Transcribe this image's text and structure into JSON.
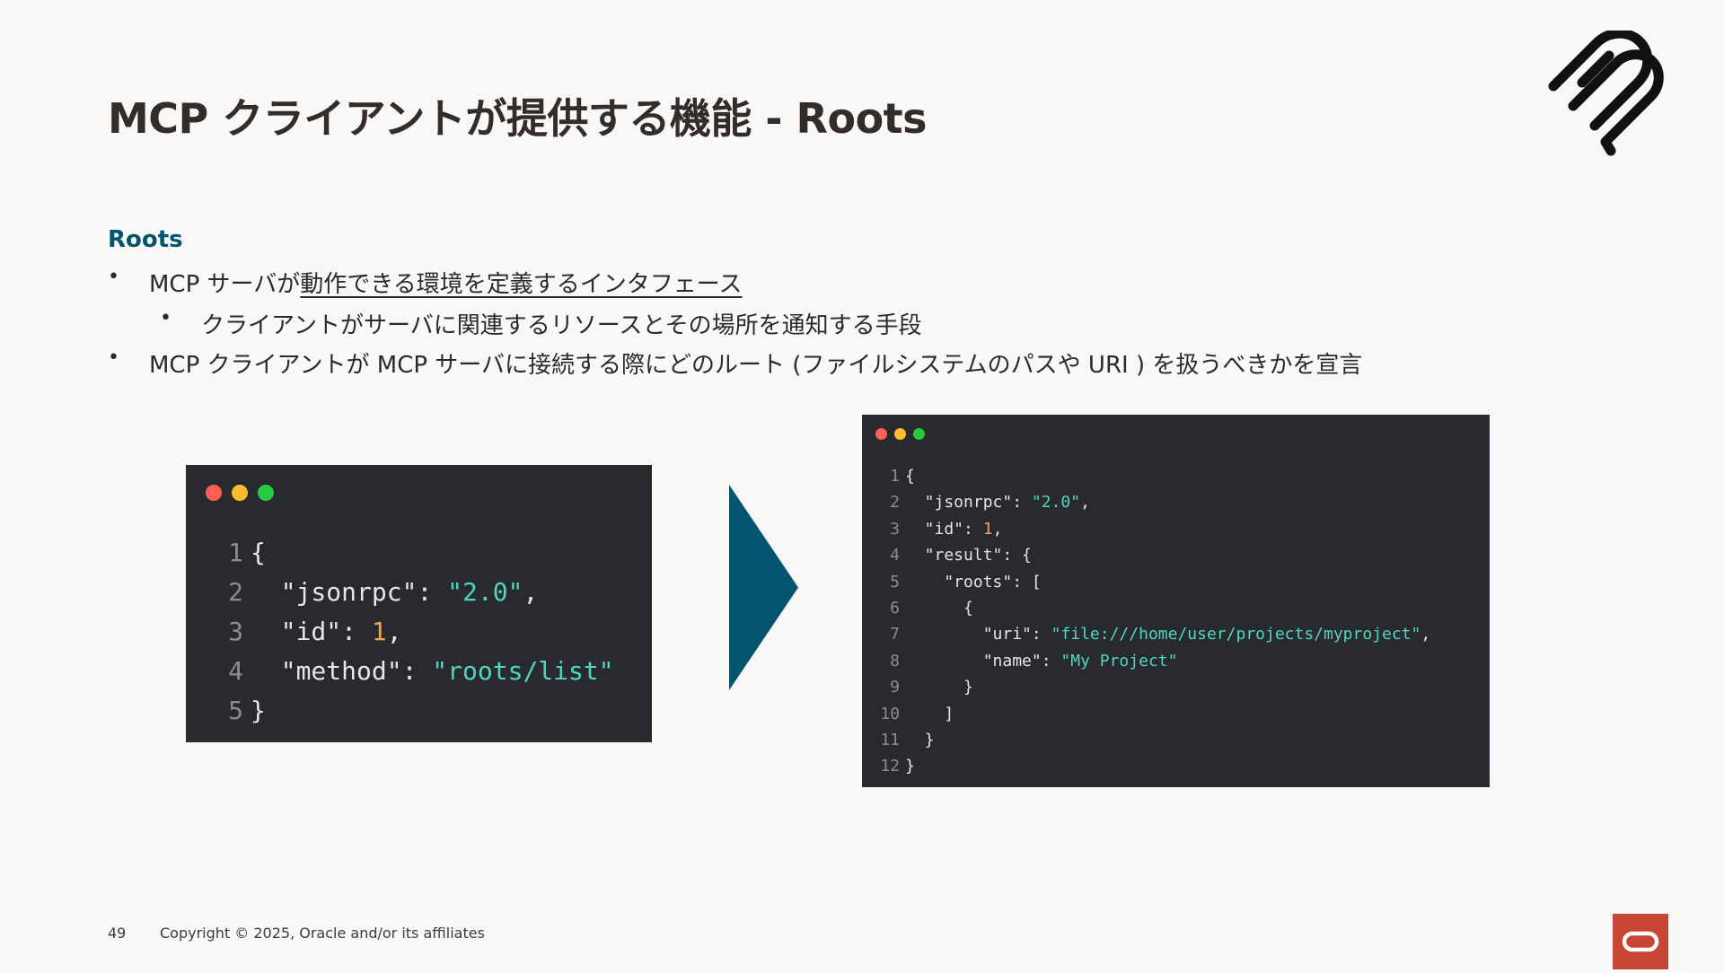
{
  "slide": {
    "title": "MCP クライアントが提供する機能 - Roots",
    "section_title": "Roots",
    "bullets": [
      {
        "level": 1,
        "before": "MCP サーバが",
        "underlined": "動作できる環境を定義するインタフェース",
        "after": ""
      },
      {
        "level": 2,
        "text": "クライアントがサーバに関連するリソースとその場所を通知する手段"
      },
      {
        "level": 1,
        "text": "MCP クライアントが MCP サーバに接続する際にどのルート (ファイルシステムのパスや URI ) を扱うべきかを宣言"
      }
    ],
    "bullet_symbol": "•"
  },
  "request_code": {
    "lines": [
      {
        "num": "1",
        "parts": [
          {
            "t": "{",
            "c": "p"
          }
        ]
      },
      {
        "num": "2",
        "parts": [
          {
            "t": "  \"jsonrpc\"",
            "c": "k"
          },
          {
            "t": ": ",
            "c": "p"
          },
          {
            "t": "\"2.0\"",
            "c": "s"
          },
          {
            "t": ",",
            "c": "p"
          }
        ]
      },
      {
        "num": "3",
        "parts": [
          {
            "t": "  \"id\"",
            "c": "k"
          },
          {
            "t": ": ",
            "c": "p"
          },
          {
            "t": "1",
            "c": "n"
          },
          {
            "t": ",",
            "c": "p"
          }
        ]
      },
      {
        "num": "4",
        "parts": [
          {
            "t": "  \"method\"",
            "c": "k"
          },
          {
            "t": ": ",
            "c": "p"
          },
          {
            "t": "\"roots/list\"",
            "c": "s"
          }
        ]
      },
      {
        "num": "5",
        "parts": [
          {
            "t": "}",
            "c": "p"
          }
        ]
      }
    ]
  },
  "response_code": {
    "lines": [
      {
        "num": "1",
        "parts": [
          {
            "t": "{",
            "c": "p"
          }
        ]
      },
      {
        "num": "2",
        "parts": [
          {
            "t": "  \"jsonrpc\"",
            "c": "k"
          },
          {
            "t": ": ",
            "c": "p"
          },
          {
            "t": "\"2.0\"",
            "c": "s"
          },
          {
            "t": ",",
            "c": "p"
          }
        ]
      },
      {
        "num": "3",
        "parts": [
          {
            "t": "  \"id\"",
            "c": "k"
          },
          {
            "t": ": ",
            "c": "p"
          },
          {
            "t": "1",
            "c": "n"
          },
          {
            "t": ",",
            "c": "p"
          }
        ]
      },
      {
        "num": "4",
        "parts": [
          {
            "t": "  \"result\"",
            "c": "k"
          },
          {
            "t": ": {",
            "c": "p"
          }
        ]
      },
      {
        "num": "5",
        "parts": [
          {
            "t": "    \"roots\"",
            "c": "k"
          },
          {
            "t": ": [",
            "c": "p"
          }
        ]
      },
      {
        "num": "6",
        "parts": [
          {
            "t": "      {",
            "c": "p"
          }
        ]
      },
      {
        "num": "7",
        "parts": [
          {
            "t": "        \"uri\"",
            "c": "k"
          },
          {
            "t": ": ",
            "c": "p"
          },
          {
            "t": "\"file:///home/user/projects/myproject\"",
            "c": "s"
          },
          {
            "t": ",",
            "c": "p"
          }
        ]
      },
      {
        "num": "8",
        "parts": [
          {
            "t": "        \"name\"",
            "c": "k"
          },
          {
            "t": ": ",
            "c": "p"
          },
          {
            "t": "\"My Project\"",
            "c": "s"
          }
        ]
      },
      {
        "num": "9",
        "parts": [
          {
            "t": "      }",
            "c": "p"
          }
        ]
      },
      {
        "num": "10",
        "parts": [
          {
            "t": "    ]",
            "c": "p"
          }
        ]
      },
      {
        "num": "11",
        "parts": [
          {
            "t": "  }",
            "c": "p"
          }
        ]
      },
      {
        "num": "12",
        "parts": [
          {
            "t": "}",
            "c": "p"
          }
        ]
      }
    ]
  },
  "footer": {
    "page_number": "49",
    "copyright": "Copyright © 2025, Oracle and/or its affiliates"
  },
  "icons": {
    "top_right": "mcp-logo-icon",
    "arrow": "right-arrow-icon",
    "bottom_right": "oracle-logo-icon"
  },
  "colors": {
    "accent": "#04536f",
    "code_bg": "#282a2d",
    "string": "#4ed7c0",
    "number": "#f2a45c",
    "oracle_red": "#c74634"
  }
}
